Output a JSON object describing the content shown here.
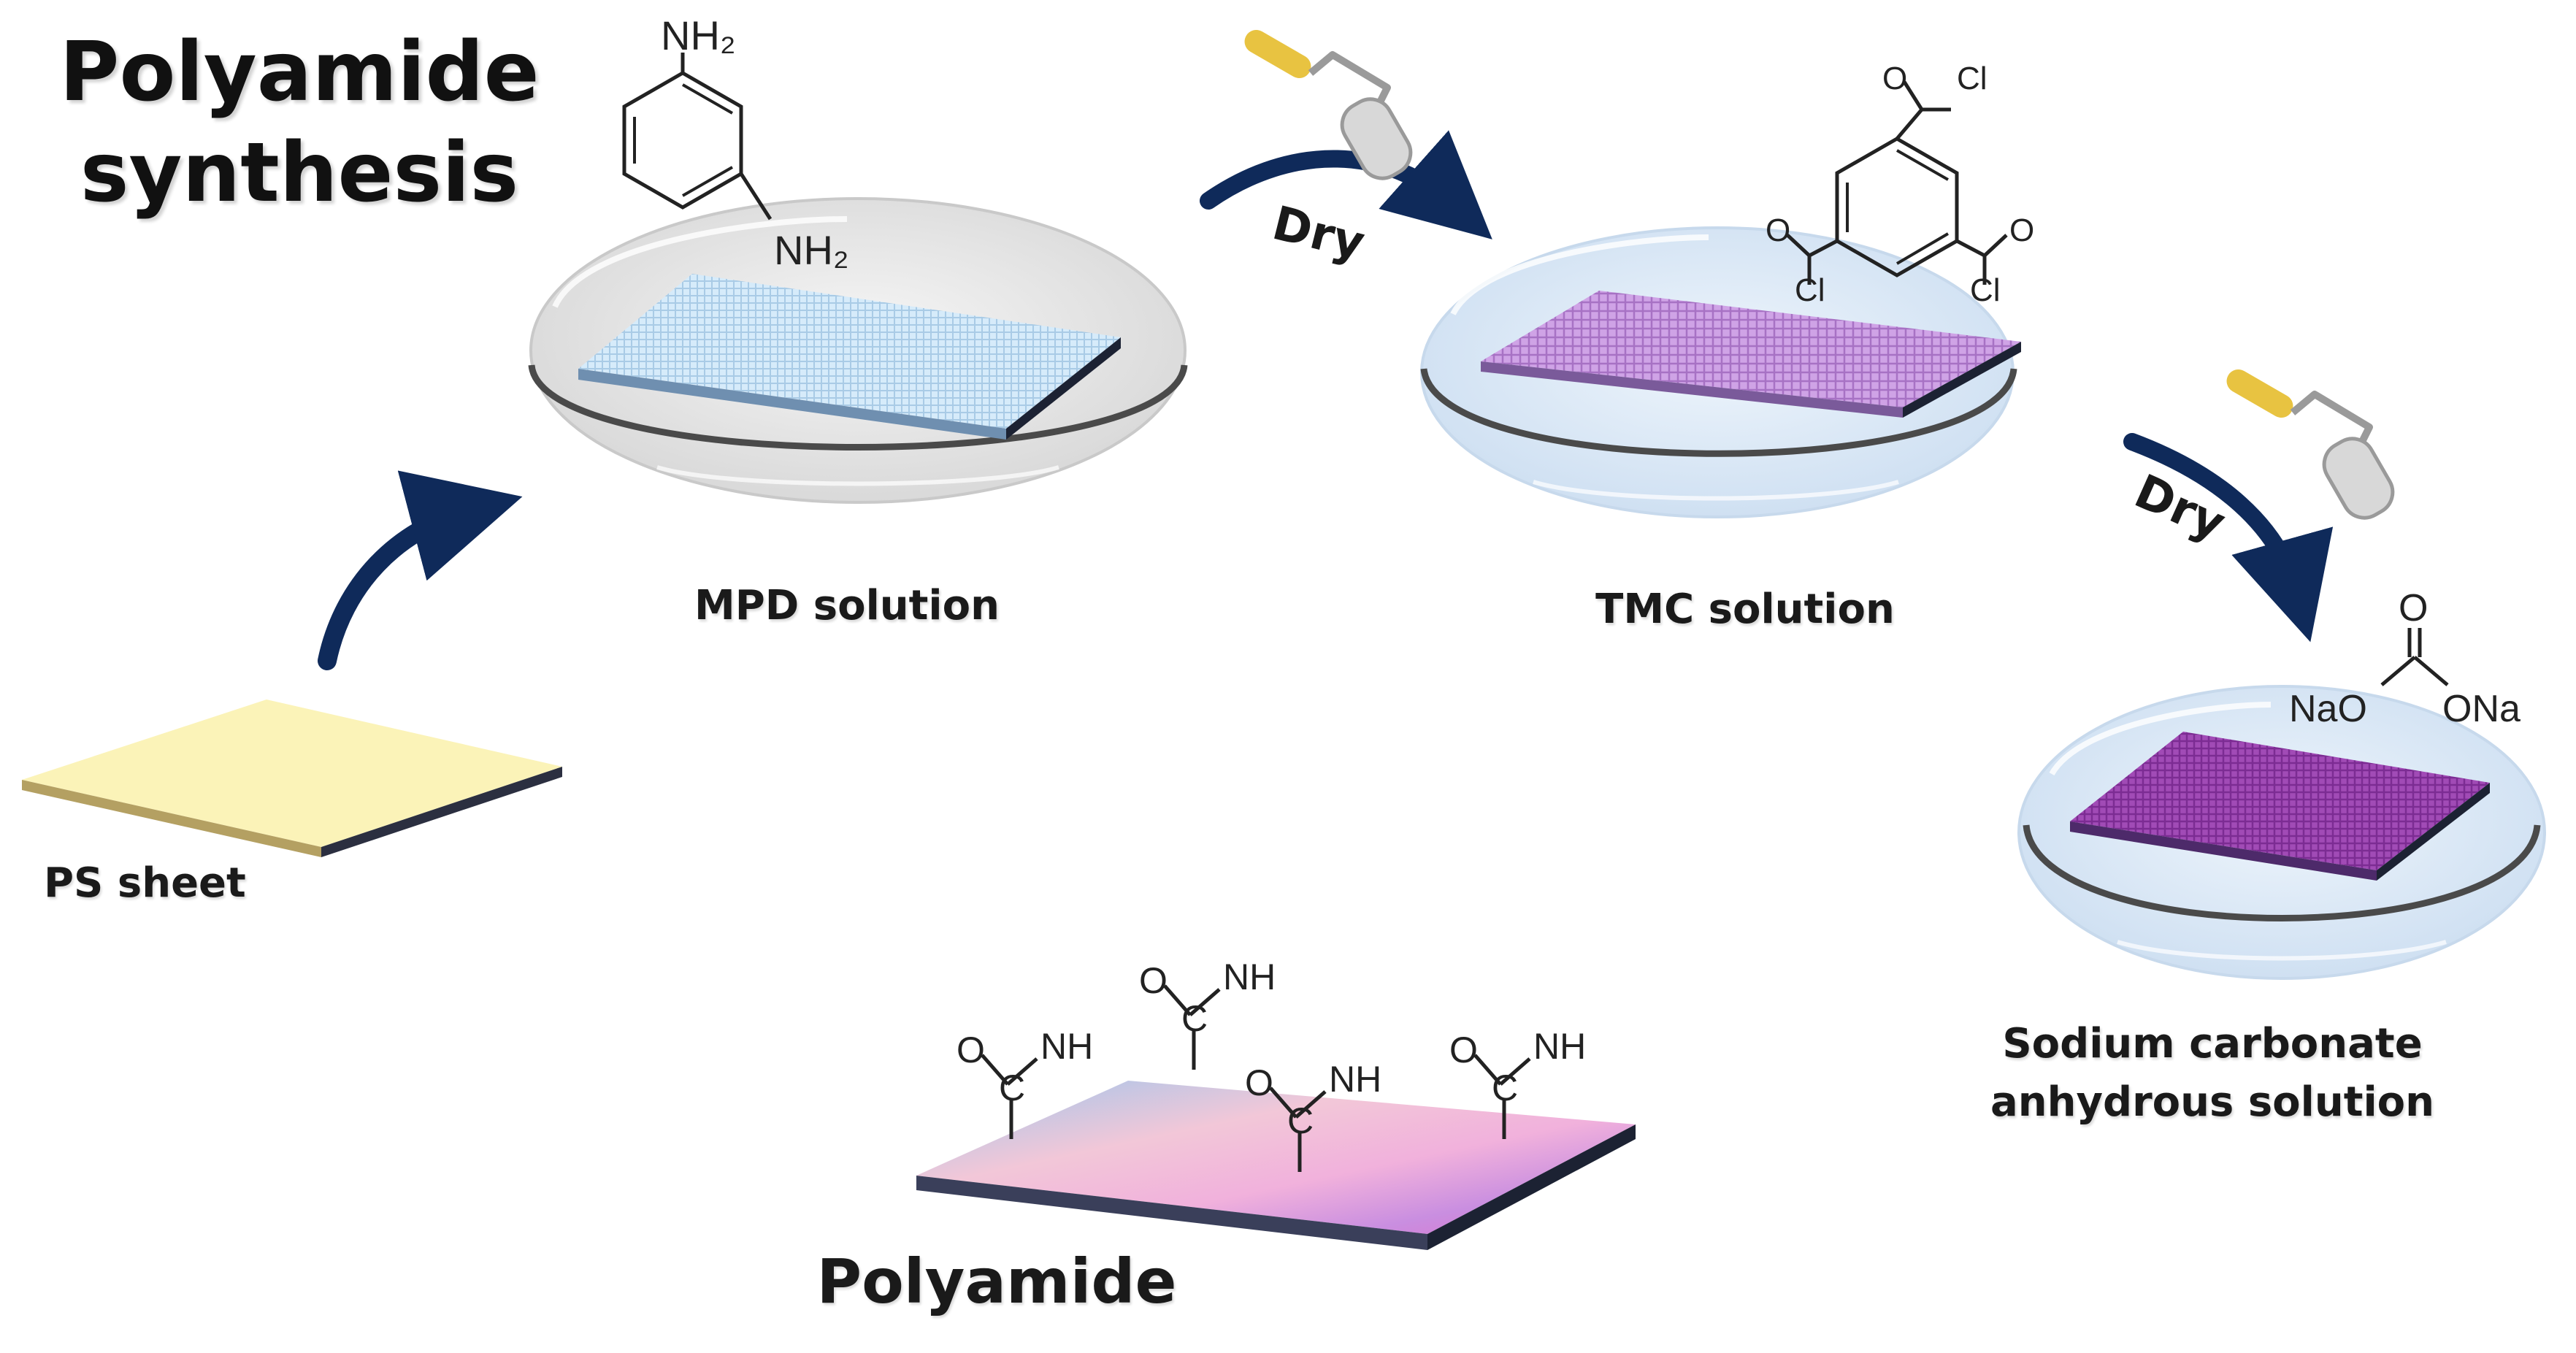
{
  "title": {
    "line1": "Polyamide",
    "line2": "synthesis"
  },
  "steps": {
    "ps_sheet": "PS sheet",
    "mpd_solution": "MPD solution",
    "tmc_solution": "TMC solution",
    "sodium_line1": "Sodium carbonate",
    "sodium_line2": "anhydrous solution",
    "polyamide": "Polyamide"
  },
  "arrows": {
    "dry_1": "Dry",
    "dry_2": "Dry"
  },
  "molecules": {
    "mpd": {
      "amine_top": "NH₂",
      "amine_bottom": "NH₂"
    },
    "tmc": {
      "oxygen": "O",
      "chlorine": "Cl"
    },
    "sodium_carbonate": {
      "oxygen": "O",
      "left": "NaO",
      "right": "ONa"
    },
    "polyamide": {
      "oxygen": "O",
      "carbon": "C",
      "amide": "NH"
    }
  },
  "icons": {
    "dryer": "paint-roller-icon"
  },
  "colors": {
    "arrow": "#0f2a5a",
    "ps_sheet": "#fbf3b8",
    "mpd_sheet": "#cfe6f8",
    "tmc_sheet": "#c89be0",
    "sodium_sheet": "#9a3fb0",
    "dish_grey": "#e5e5e5",
    "dish_blue": "#dbe9f6"
  }
}
